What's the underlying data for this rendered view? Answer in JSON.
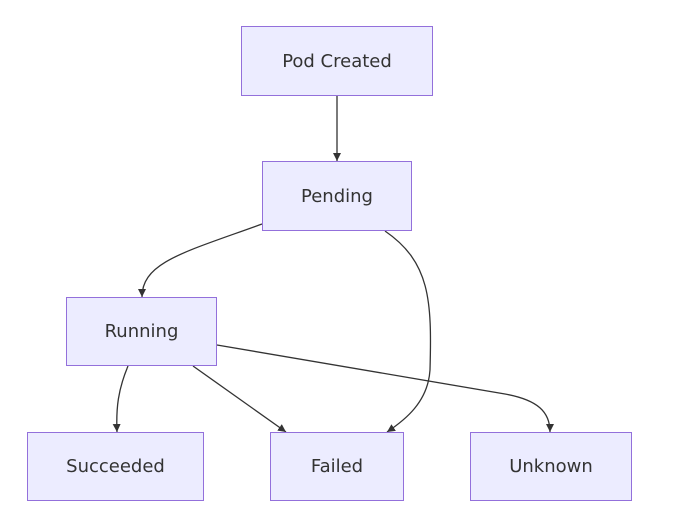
{
  "diagram": {
    "nodes": {
      "pod_created": "Pod Created",
      "pending": "Pending",
      "running": "Running",
      "succeeded": "Succeeded",
      "failed": "Failed",
      "unknown": "Unknown"
    },
    "edges": [
      {
        "from": "Pod Created",
        "to": "Pending"
      },
      {
        "from": "Pending",
        "to": "Running"
      },
      {
        "from": "Pending",
        "to": "Failed"
      },
      {
        "from": "Running",
        "to": "Succeeded"
      },
      {
        "from": "Running",
        "to": "Failed"
      },
      {
        "from": "Running",
        "to": "Unknown"
      }
    ],
    "colors": {
      "node_fill": "#ECECFF",
      "node_stroke": "#9370DB",
      "edge": "#333333"
    }
  }
}
